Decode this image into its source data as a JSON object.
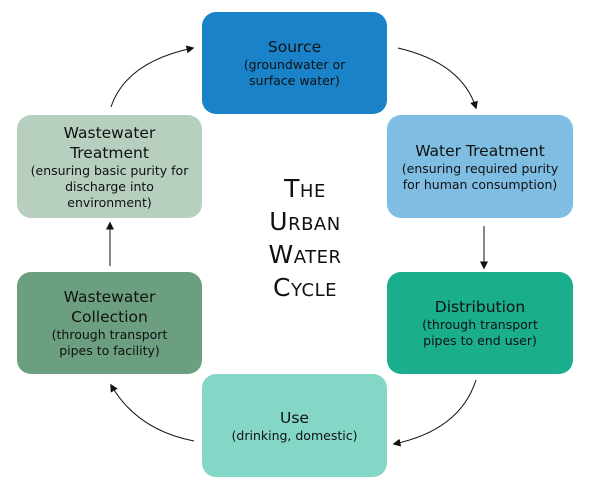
{
  "title": {
    "line1": "The",
    "line2": "Urban",
    "line3": "Water",
    "line4": "Cycle"
  },
  "colors": {
    "source": "#1a82c8",
    "treatment": "#7fbde2",
    "distribution": "#1aae8c",
    "use": "#84d6c6",
    "collection": "#6c9e80",
    "wastewater": "#b6cfbf",
    "arrow": "#111111"
  },
  "nodes": {
    "source": {
      "title": "Source",
      "sub": "(groundwater or surface water)",
      "sub1": "(groundwater or",
      "sub2": "surface water)"
    },
    "treatment": {
      "title": "Water Treatment",
      "sub1": "(ensuring required purity",
      "sub2": "for human consumption)"
    },
    "distribution": {
      "title": "Distribution",
      "sub1": "(through transport",
      "sub2": "pipes to end user)"
    },
    "use": {
      "title": "Use",
      "sub1": "(drinking, domestic)"
    },
    "collection": {
      "title1": "Wastewater",
      "title2": "Collection",
      "sub1": "(through transport",
      "sub2": "pipes to facility)"
    },
    "wastewater": {
      "title1": "Wastewater",
      "title2": "Treatment",
      "sub1": "(ensuring basic purity for",
      "sub2": "discharge into environment)"
    }
  },
  "edges": [
    [
      "source",
      "treatment"
    ],
    [
      "treatment",
      "distribution"
    ],
    [
      "distribution",
      "use"
    ],
    [
      "use",
      "collection"
    ],
    [
      "collection",
      "wastewater"
    ],
    [
      "wastewater",
      "source"
    ]
  ]
}
